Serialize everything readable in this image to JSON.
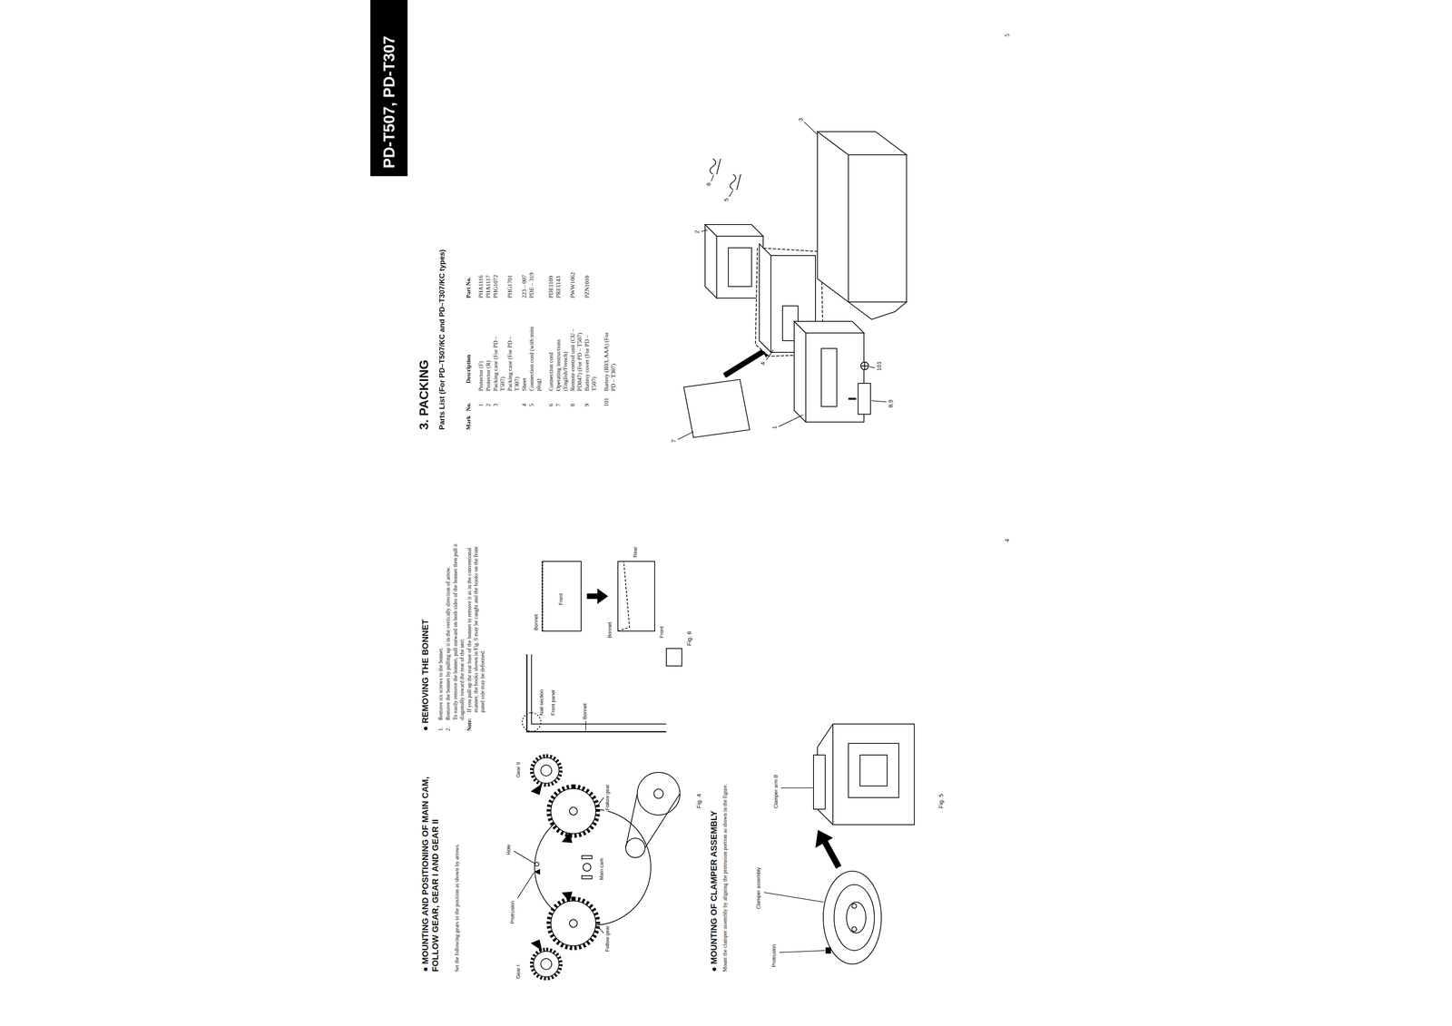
{
  "diagram": {
    "title": "PD-T507, PD-T307",
    "labels": [
      "● MOUNTING AND POSITIONING OF MAIN CAM, FOLLOW GEAR, GEAR I AND GEAR II",
      "Set the following gears to the position as shown by arrows.",
      "Gear II",
      "Hole",
      "Protrusion",
      "Main cam",
      "Follow gear",
      "Gear I",
      "Follow gear",
      "Fig. 4",
      "● MOUNTING OF CLAMPER ASSEMBLY",
      "Mount the clamper assembly by aligning the protrusion portion as shown in the figure.",
      "Protrusion",
      "Clamper assembly",
      "Clamper arm B",
      "Fig. 5",
      "4",
      "● REMOVING THE BONNET",
      "1.",
      "Remove six screws to the bonnet.",
      "2.",
      "Remove the bonnet by pulling up it in the vertically direction of arrow.",
      "To easily remove the bonnet, pull outward on both sides of the bonnet then pull it diagonally toward the rear of the unit.",
      "Note:",
      "If you pull up the rear base of the bonnet to remove it as in the conventional manner, the hooks shown in Fig. 6 may be caught and the hooks on the front panel side may be deformed.",
      "Bonnet",
      "Nail section",
      "Front panel",
      "Bonnet",
      "Front",
      "Bonnet",
      "Front",
      "Rear",
      "Fig. 6",
      "3. PACKING",
      "Parts List (For PD–T507/KC and PD–T307/KC types)",
      "Mark",
      "No.",
      "Description",
      "Part No.",
      "1",
      "Protector (F)",
      "PHA1116",
      "2",
      "Protector (R)",
      "PHA1117",
      "3",
      "Packing case (For PD – T507)",
      "PHG1072",
      "Packing case (For PD – T307)",
      "PHG1701",
      "4",
      "Sheet",
      "223 – 007",
      "5",
      "Connection cord (with mini plug)",
      "PDE – 319",
      "6",
      "Connection cord",
      "PDE1109",
      "7",
      "Operating instructions (English/French)",
      "PRE1143",
      "8",
      "Remote control unit (CU – PD047) (For PD – T507)",
      "PWW1062",
      "9",
      "Battery cover (For PD – T507)",
      "PZN1010",
      "101",
      "Battery (R03, AAA) (For PD – T307)",
      "1",
      "2",
      "3",
      "4",
      "5",
      "6",
      "7",
      "8,9",
      "101",
      "5"
    ]
  }
}
